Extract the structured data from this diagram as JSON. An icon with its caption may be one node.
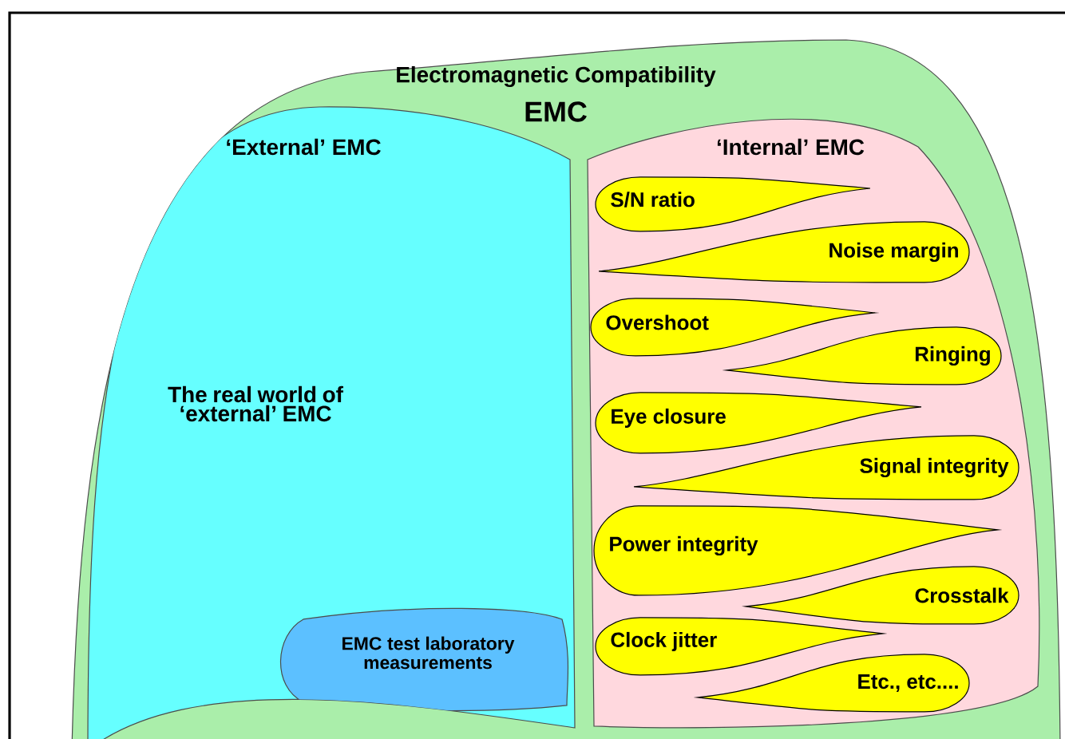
{
  "diagram": {
    "nodes": [
      {
        "text": [
          "Electromagnetic Compatibility",
          "EMC"
        ]
      },
      {
        "text": [
          "‘External’ EMC",
          "The real world of ‘external’ EMC"
        ],
        "in": 0
      },
      {
        "text": [
          "EMC test laboratory measurements"
        ],
        "in": 1
      },
      {
        "text": [
          "‘Internal’ EMC"
        ],
        "in": 0
      },
      {
        "text": [
          "S/N ratio"
        ],
        "in": 3
      },
      {
        "text": [
          "Noise margin"
        ],
        "in": 3
      },
      {
        "text": [
          "Overshoot"
        ],
        "in": 3
      },
      {
        "text": [
          "Ringing"
        ],
        "in": 3
      },
      {
        "text": [
          "Eye closure"
        ],
        "in": 3
      },
      {
        "text": [
          "Signal integrity"
        ],
        "in": 3
      },
      {
        "text": [
          "Power integrity"
        ],
        "in": 3
      },
      {
        "text": [
          "Crosstalk"
        ],
        "in": 3
      },
      {
        "text": [
          "Clock jitter"
        ],
        "in": 3
      },
      {
        "text": [
          "Etc., etc...."
        ],
        "in": 3
      }
    ]
  }
}
